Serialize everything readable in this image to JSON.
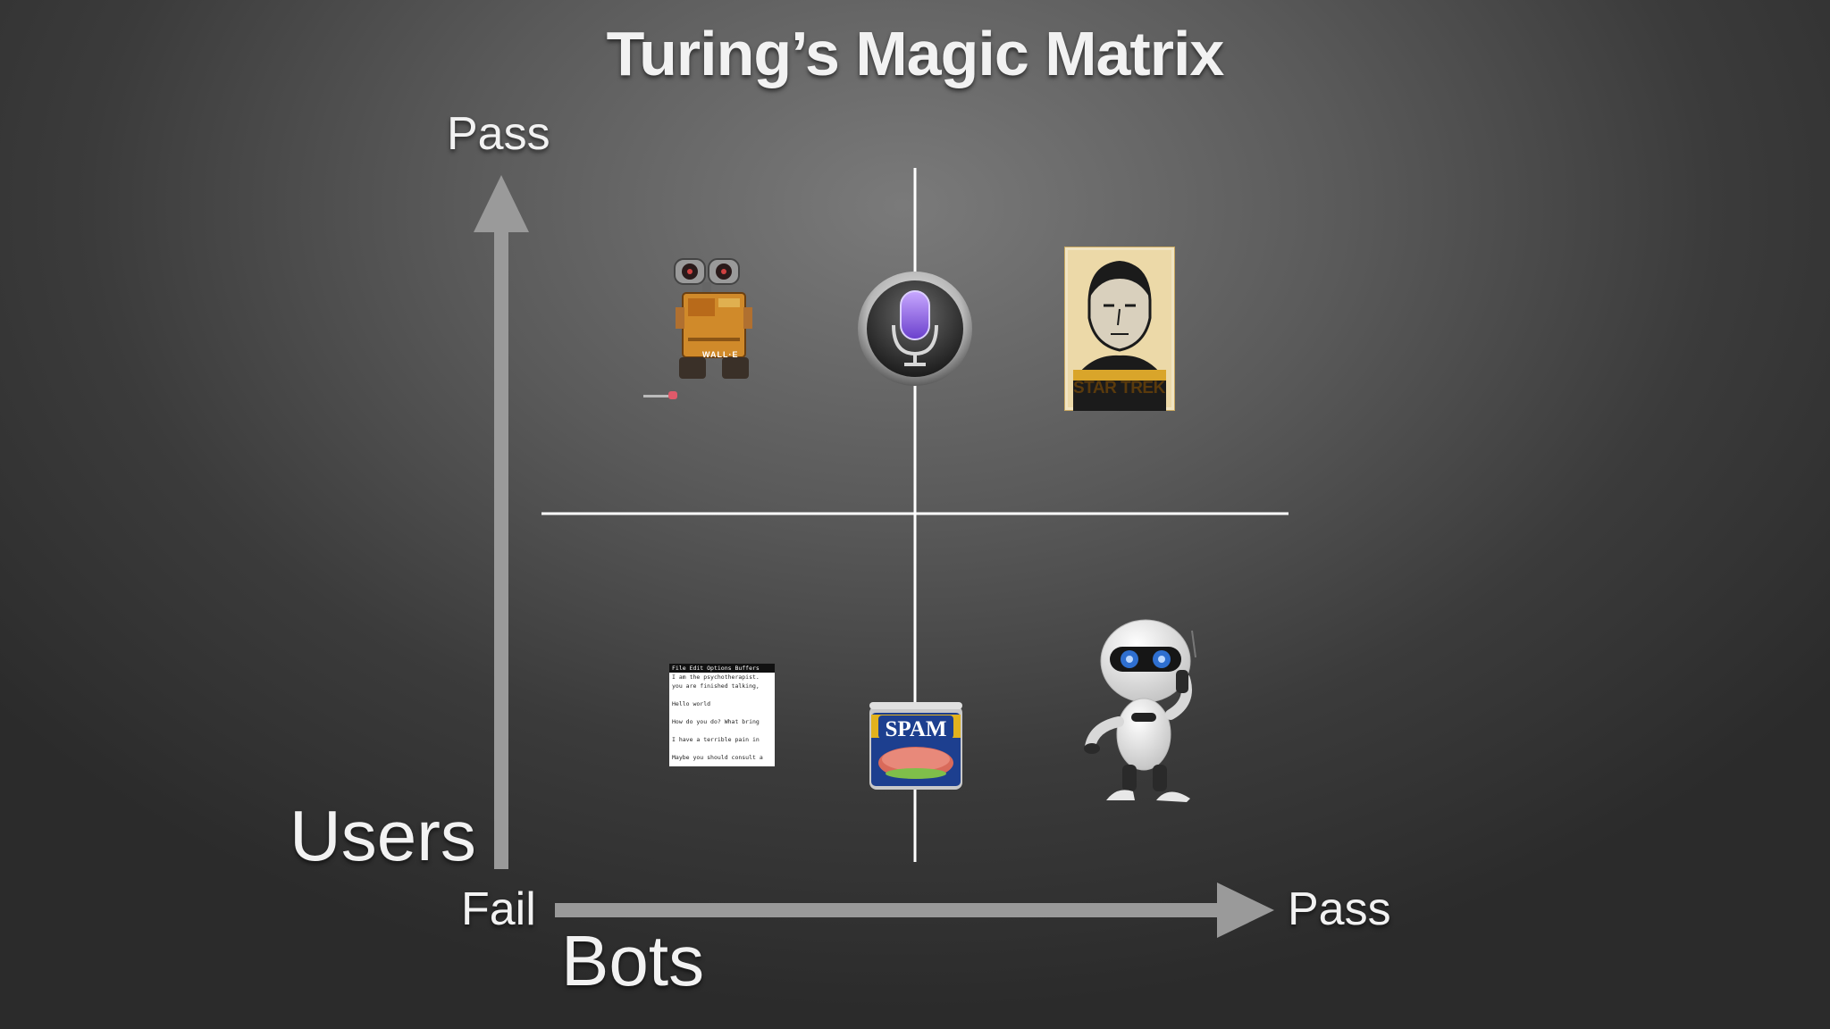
{
  "title": "Turing’s Magic Matrix",
  "axes": {
    "y": {
      "label": "Users",
      "top": "Pass"
    },
    "x": {
      "label": "Bots",
      "start": "Fail",
      "end": "Pass"
    }
  },
  "quadrant_items": {
    "walle": {
      "icon": "walle-robot-icon",
      "badge": "WALL·E"
    },
    "siri": {
      "icon": "siri-microphone-icon"
    },
    "data": {
      "icon": "star-trek-data-poster-icon",
      "brand": "STAR TREK"
    },
    "eliza": {
      "icon": "eliza-terminal-icon",
      "lines": [
        "File Edit Options Buffers",
        "I am the psychotherapist.",
        "you are finished talking,",
        "",
        "Hello world",
        "",
        "How do you do?  What bring",
        "",
        "I have a terrible pain in",
        "",
        "Maybe you should consult a"
      ]
    },
    "spam": {
      "icon": "spam-can-icon",
      "label": "SPAM"
    },
    "robot": {
      "icon": "white-robot-icon"
    }
  },
  "colors": {
    "background": "#4a4a4a",
    "arrow": "#9a9a9a",
    "divider": "#ffffff",
    "text": "#f2f2f2",
    "siri": "#7b5bd6"
  }
}
